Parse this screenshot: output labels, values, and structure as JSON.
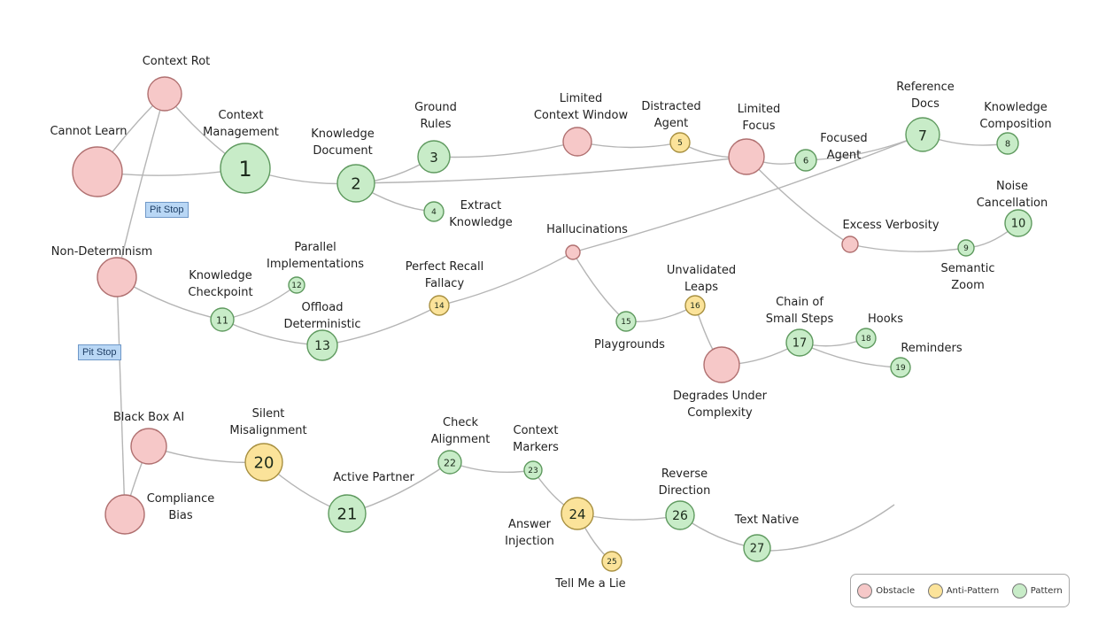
{
  "colors": {
    "obstacle": "#f6c8c8",
    "anti-pattern": "#fbe39a",
    "pattern": "#c8ecc8",
    "obstacle_stroke": "#b07070",
    "anti_stroke": "#a89040",
    "pattern_stroke": "#5f9a5f"
  },
  "pit_stops": [
    "Pit Stop",
    "Pit Stop"
  ],
  "legend": [
    {
      "type": "obstacle",
      "label": "Obstacle"
    },
    {
      "type": "anti-pattern",
      "label": "Anti-Pattern"
    },
    {
      "type": "pattern",
      "label": "Pattern"
    }
  ],
  "nodes": [
    {
      "id": "cannot-learn",
      "type": "obstacle",
      "num": "",
      "label": [
        "Cannot Learn"
      ]
    },
    {
      "id": "context-rot",
      "type": "obstacle",
      "num": "",
      "label": [
        "Context Rot"
      ]
    },
    {
      "id": "n1",
      "type": "pattern",
      "num": "1",
      "label": [
        "Context",
        "Management"
      ]
    },
    {
      "id": "n2",
      "type": "pattern",
      "num": "2",
      "label": [
        "Knowledge",
        "Document"
      ]
    },
    {
      "id": "n3",
      "type": "pattern",
      "num": "3",
      "label": [
        "Ground",
        "Rules"
      ]
    },
    {
      "id": "n4",
      "type": "pattern",
      "num": "4",
      "label": [
        "Extract",
        "Knowledge"
      ]
    },
    {
      "id": "limited-context-window",
      "type": "obstacle",
      "num": "",
      "label": [
        "Limited",
        "Context Window"
      ]
    },
    {
      "id": "n5",
      "type": "anti-pattern",
      "num": "5",
      "label": [
        "Distracted",
        "Agent"
      ]
    },
    {
      "id": "limited-focus",
      "type": "obstacle",
      "num": "",
      "label": [
        "Limited",
        "Focus"
      ]
    },
    {
      "id": "n6",
      "type": "pattern",
      "num": "6",
      "label": [
        "Focused",
        "Agent"
      ]
    },
    {
      "id": "n7",
      "type": "pattern",
      "num": "7",
      "label": [
        "Reference",
        "Docs"
      ]
    },
    {
      "id": "n8",
      "type": "pattern",
      "num": "8",
      "label": [
        "Knowledge",
        "Composition"
      ]
    },
    {
      "id": "excess-verbosity",
      "type": "obstacle",
      "num": "",
      "label": [
        "Excess Verbosity"
      ]
    },
    {
      "id": "n9",
      "type": "pattern",
      "num": "9",
      "label": [
        "Semantic",
        "Zoom"
      ]
    },
    {
      "id": "n10",
      "type": "pattern",
      "num": "10",
      "label": [
        "Noise",
        "Cancellation"
      ]
    },
    {
      "id": "non-determinism",
      "type": "obstacle",
      "num": "",
      "label": [
        "Non-Determinism"
      ]
    },
    {
      "id": "n11",
      "type": "pattern",
      "num": "11",
      "label": [
        "Knowledge",
        "Checkpoint"
      ]
    },
    {
      "id": "n12",
      "type": "pattern",
      "num": "12",
      "label": [
        "Parallel",
        "Implementations"
      ]
    },
    {
      "id": "n13",
      "type": "pattern",
      "num": "13",
      "label": [
        "Offload",
        "Deterministic"
      ]
    },
    {
      "id": "n14",
      "type": "anti-pattern",
      "num": "14",
      "label": [
        "Perfect Recall",
        "Fallacy"
      ]
    },
    {
      "id": "hallucinations",
      "type": "obstacle",
      "num": "",
      "label": [
        "Hallucinations"
      ]
    },
    {
      "id": "n15",
      "type": "pattern",
      "num": "15",
      "label": [
        "Playgrounds"
      ]
    },
    {
      "id": "n16",
      "type": "anti-pattern",
      "num": "16",
      "label": [
        "Unvalidated",
        "Leaps"
      ]
    },
    {
      "id": "degrades-under-complexity",
      "type": "obstacle",
      "num": "",
      "label": [
        "Degrades Under",
        "Complexity"
      ]
    },
    {
      "id": "n17",
      "type": "pattern",
      "num": "17",
      "label": [
        "Chain of",
        "Small Steps"
      ]
    },
    {
      "id": "n18",
      "type": "pattern",
      "num": "18",
      "label": [
        "Hooks"
      ]
    },
    {
      "id": "n19",
      "type": "pattern",
      "num": "19",
      "label": [
        "Reminders"
      ]
    },
    {
      "id": "black-box-ai",
      "type": "obstacle",
      "num": "",
      "label": [
        "Black Box AI"
      ]
    },
    {
      "id": "compliance-bias",
      "type": "obstacle",
      "num": "",
      "label": [
        "Compliance",
        "Bias"
      ]
    },
    {
      "id": "n20",
      "type": "anti-pattern",
      "num": "20",
      "label": [
        "Silent",
        "Misalignment"
      ]
    },
    {
      "id": "n21",
      "type": "pattern",
      "num": "21",
      "label": [
        "Active Partner"
      ]
    },
    {
      "id": "n22",
      "type": "pattern",
      "num": "22",
      "label": [
        "Check",
        "Alignment"
      ]
    },
    {
      "id": "n23",
      "type": "pattern",
      "num": "23",
      "label": [
        "Context",
        "Markers"
      ]
    },
    {
      "id": "n24",
      "type": "anti-pattern",
      "num": "24",
      "label": [
        "Answer",
        "Injection"
      ]
    },
    {
      "id": "n25",
      "type": "anti-pattern",
      "num": "25",
      "label": [
        "Tell Me a Lie"
      ]
    },
    {
      "id": "n26",
      "type": "pattern",
      "num": "26",
      "label": [
        "Reverse",
        "Direction"
      ]
    },
    {
      "id": "n27",
      "type": "pattern",
      "num": "27",
      "label": [
        "Text Native"
      ]
    }
  ]
}
